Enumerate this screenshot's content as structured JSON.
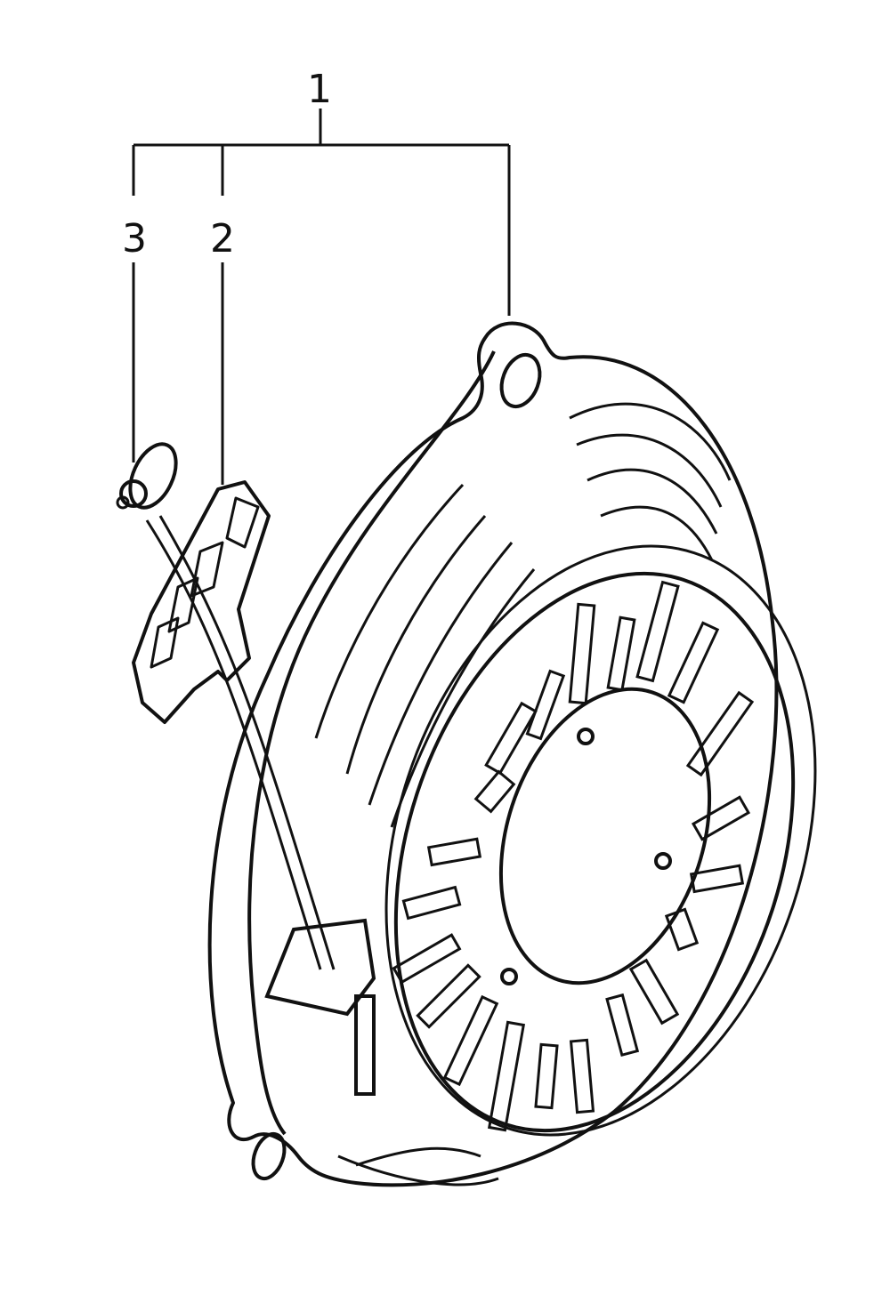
{
  "diagram": {
    "callouts": [
      {
        "label": "1"
      },
      {
        "label": "2"
      },
      {
        "label": "3"
      }
    ]
  },
  "colors": {
    "line": "#111111",
    "background": "#ffffff"
  }
}
